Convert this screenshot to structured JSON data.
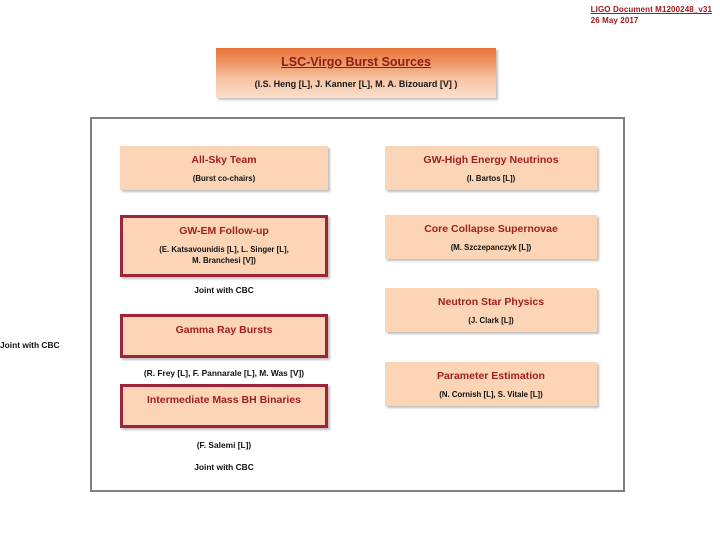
{
  "document_header": {
    "doc_id": "LIGO Document M1200248_v31",
    "date": "26 May 2017"
  },
  "title_banner": {
    "title": "LSC-Virgo Burst Sources",
    "chairs": "(I.S. Heng [L], J. Kanner [L], M. A. Bizouard [V] )"
  },
  "left_column": {
    "all_sky": {
      "title": "All-Sky Team",
      "leads": "(Burst co-chairs)"
    },
    "gw_em": {
      "title": "GW-EM Follow-up",
      "leads_line1": "(E. Katsavounidis [L], L. Singer [L],",
      "leads_line2": "M. Branchesi [V])"
    },
    "joint_note_1": "Joint with CBC",
    "grb": {
      "title": "Gamma Ray Bursts",
      "leads": "(R. Frey [L], F. Pannarale [L], M. Was [V])"
    },
    "joint_note_2": "Joint with CBC",
    "imbh": {
      "title": "Intermediate Mass BH Binaries",
      "leads": "(F. Salemi [L])"
    },
    "joint_note_3": "Joint with CBC"
  },
  "right_column": {
    "hen": {
      "title": "GW-High Energy Neutrinos",
      "leads": "(I. Bartos [L])"
    },
    "ccsn": {
      "title": "Core Collapse Supernovae",
      "leads": "(M. Szczepanczyk [L])"
    },
    "ns_physics": {
      "title": "Neutron Star Physics",
      "leads": "(J. Clark [L])"
    },
    "param_estimation": {
      "title": "Parameter Estimation",
      "leads": "(N. Cornish [L], S. Vitale [L])"
    }
  },
  "colors": {
    "accent_orange": "#E8733A",
    "box_fill": "#FBD5B6",
    "box_outline": "#9E2439",
    "title_text": "#A02020",
    "header_text": "#9E1B20",
    "frame_border": "#808080"
  }
}
